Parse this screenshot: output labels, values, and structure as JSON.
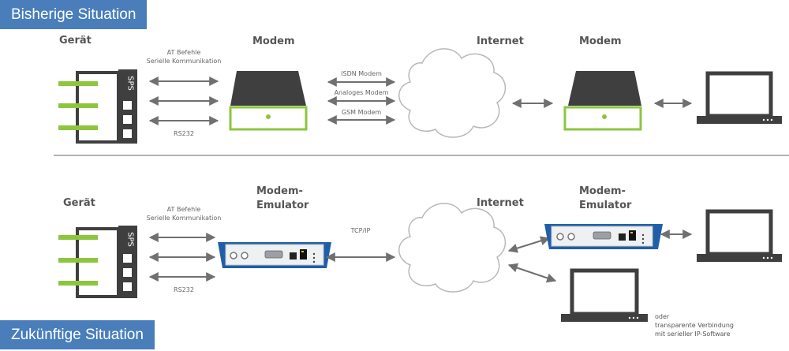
{
  "top": {
    "tab_label": "Bisherige Situation",
    "device_label": "Gerät",
    "plc_label": "SPS",
    "commands_line1": "AT Befehle",
    "commands_line2": "Serielle Kommunikation",
    "serial_label": "RS232",
    "modem_left_label": "Modem",
    "link_isdn": "ISDN Modem",
    "link_analog": "Analoges Modem",
    "link_gsm": "GSM Modem",
    "internet_label": "Internet",
    "modem_right_label": "Modem"
  },
  "bottom": {
    "tab_label": "Zukünftige Situation",
    "device_label": "Gerät",
    "plc_label": "SPS",
    "commands_line1": "AT Befehle",
    "commands_line2": "Serielle Kommunikation",
    "serial_label": "RS232",
    "emulator_left_line1": "Modem-",
    "emulator_left_line2": "Emulator",
    "link_tcpip": "TCP/IP",
    "internet_label": "Internet",
    "emulator_right_line1": "Modem-",
    "emulator_right_line2": "Emulator",
    "alt_line1": "oder",
    "alt_line2": "transparente Verbindung",
    "alt_line3": "mit serieller IP-Software"
  },
  "colors": {
    "tab_blue": "#4a7ebb",
    "accent_green": "#8cc63f",
    "dark_gray": "#3f3f3f",
    "device_blue": "#1f5fa8"
  }
}
